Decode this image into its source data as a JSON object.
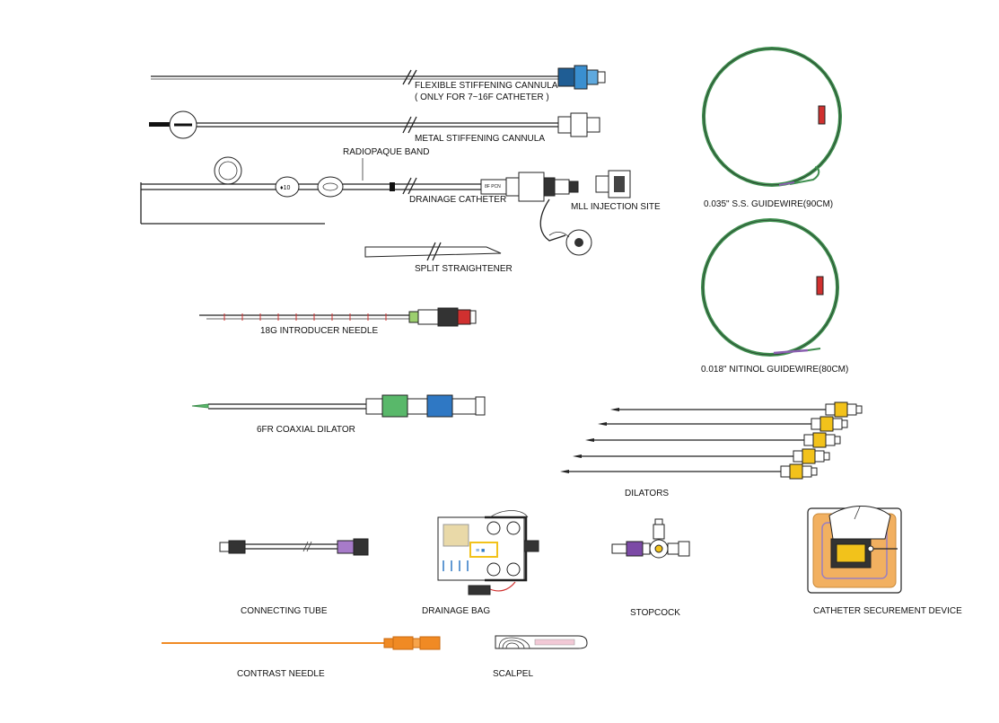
{
  "components": {
    "flexible_cannula": {
      "label1": "FLEXIBLE STIFFENING CANNULA",
      "label2": "( ONLY FOR 7~16F CATHETER )"
    },
    "metal_cannula": {
      "label": "METAL STIFFENING CANNULA"
    },
    "radiopaque_band": {
      "label": "RADIOPAQUE BAND"
    },
    "drainage_catheter": {
      "label": "DRAINAGE CATHETER"
    },
    "mll_injection_site": {
      "label": "MLL INJECTION SITE"
    },
    "split_straightener": {
      "label": "SPLIT STRAIGHTENER"
    },
    "introducer_needle": {
      "label": "18G INTRODUCER NEEDLE"
    },
    "coaxial_dilator": {
      "label": "6FR COAXIAL DILATOR"
    },
    "guidewire_ss": {
      "label": "0.035\" S.S. GUIDEWIRE(90CM)"
    },
    "guidewire_nitinol": {
      "label": "0.018\" NITINOL GUIDEWIRE(80CM)"
    },
    "dilators": {
      "label": "DILATORS"
    },
    "connecting_tube": {
      "label": "CONNECTING TUBE"
    },
    "drainage_bag": {
      "label": "DRAINAGE BAG"
    },
    "stopcock": {
      "label": "STOPCOCK"
    },
    "securement_device": {
      "label": "CATHETER SECUREMENT DEVICE"
    },
    "contrast_needle": {
      "label": "CONTRAST NEEDLE"
    },
    "scalpel": {
      "label": "SCALPEL"
    }
  },
  "colors": {
    "line": "#222222",
    "cannula_blue": "#2e86c8",
    "guidewire_green": "#3f8f4f",
    "guidewire_tip": "#8a5fb0",
    "dilator_green": "#59b86a",
    "dilator_blue": "#2f78c4",
    "dilator_yellow": "#f2c21b",
    "stopcock_purple": "#7c4aa6",
    "contrast_orange": "#f08a24",
    "securement_orange": "#f2b060",
    "needle_red": "#d0302f"
  }
}
